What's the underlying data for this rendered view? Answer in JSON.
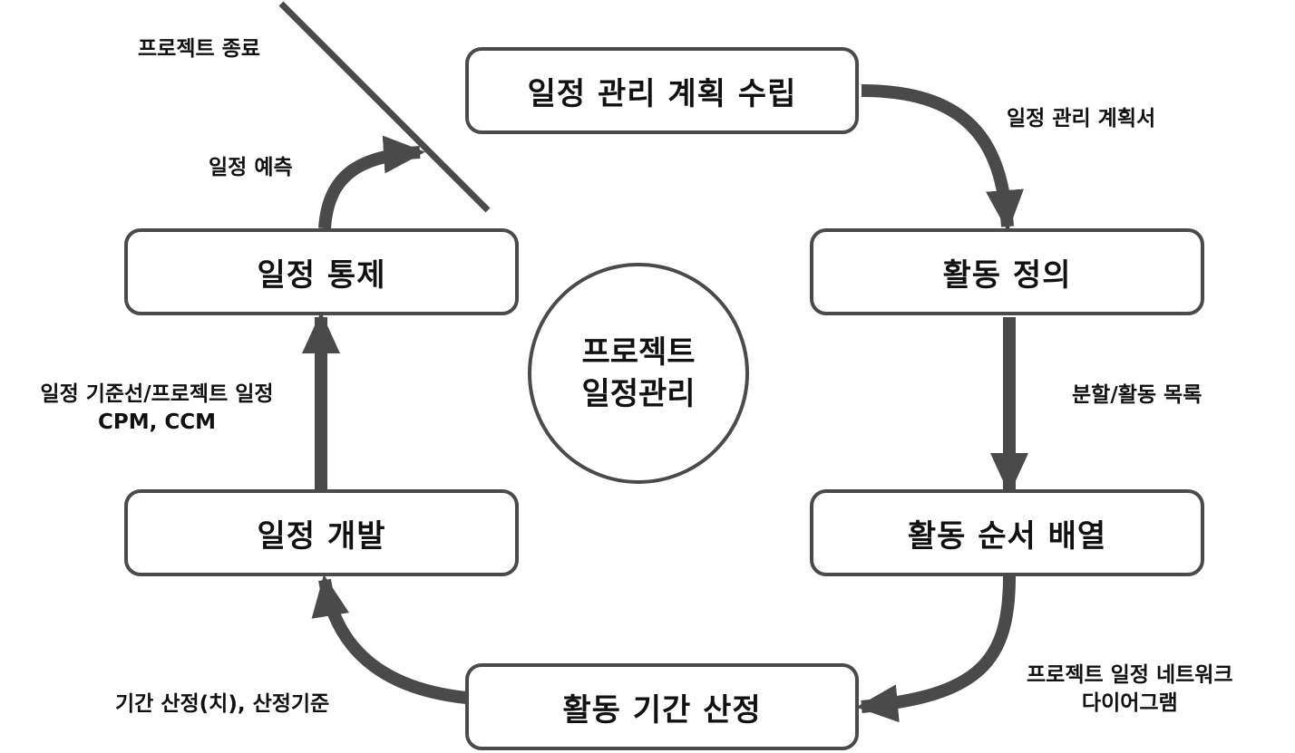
{
  "center": {
    "line1": "프로젝트",
    "line2": "일정관리"
  },
  "steps": {
    "plan": "일정 관리 계획 수립",
    "define": "활동 정의",
    "sequence": "활동 순서 배열",
    "estimate": "활동 기간 산정",
    "develop": "일정 개발",
    "control": "일정 통제"
  },
  "outputs": {
    "plan_doc": "일정 관리 계획서",
    "activity_list": "분할/활동 목록",
    "network_line1": "프로젝트 일정 네트워크",
    "network_line2": "다이어그램",
    "duration": "기간 산정(치), 산정기준",
    "baseline_line1": "일정 기준선/프로젝트 일정",
    "baseline_line2": "CPM, CCM",
    "forecast": "일정 예측",
    "project_end": "프로젝트 종료"
  },
  "colors": {
    "stroke": "#4a4a4a",
    "text": "#111111"
  }
}
